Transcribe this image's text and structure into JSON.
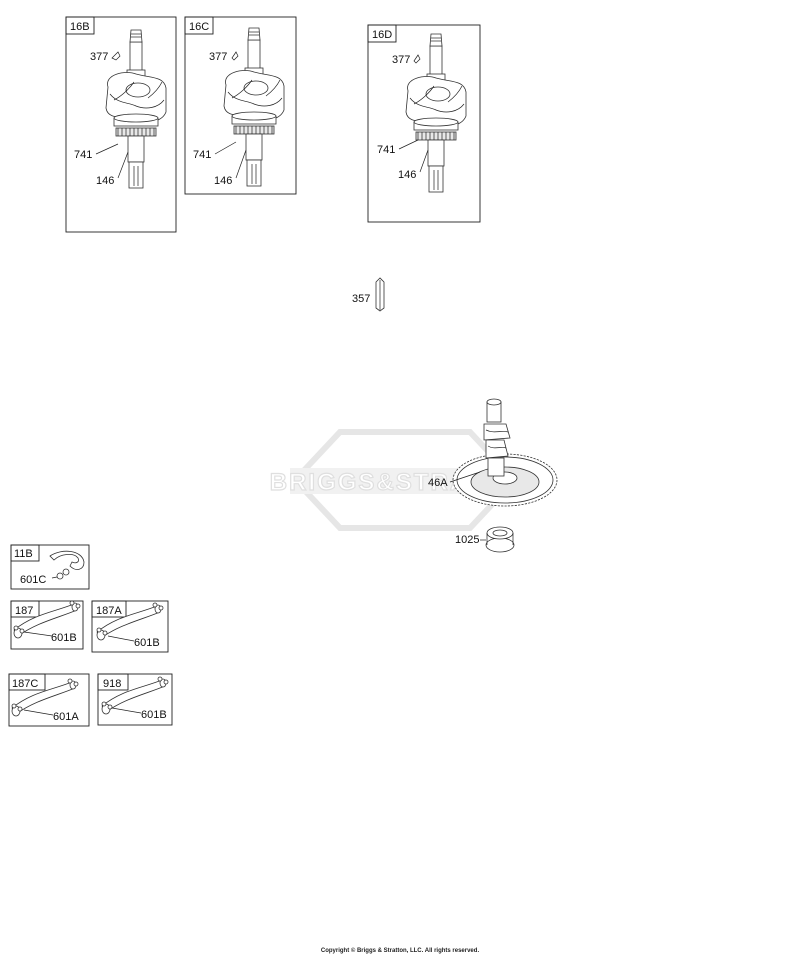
{
  "watermark": "BRIGGS&STRATTON",
  "copyright": "Copyright © Briggs & Stratton, LLC. All rights reserved.",
  "boxes": {
    "b16B": {
      "title": "16B",
      "p377": "377",
      "p741": "741",
      "p146": "146"
    },
    "b16C": {
      "title": "16C",
      "p377": "377",
      "p741": "741",
      "p146": "146"
    },
    "b16D": {
      "title": "16D",
      "p377": "377",
      "p741": "741",
      "p146": "146"
    },
    "b11B": {
      "title": "11B",
      "p601": "601C"
    },
    "b187": {
      "title": "187",
      "p601": "601B"
    },
    "b187A": {
      "title": "187A",
      "p601": "601B"
    },
    "b187C": {
      "title": "187C",
      "p601": "601A"
    },
    "b918": {
      "title": "918",
      "p601": "601B"
    }
  },
  "parts": {
    "p357": "357",
    "p46A": "46A",
    "p1025": "1025"
  }
}
